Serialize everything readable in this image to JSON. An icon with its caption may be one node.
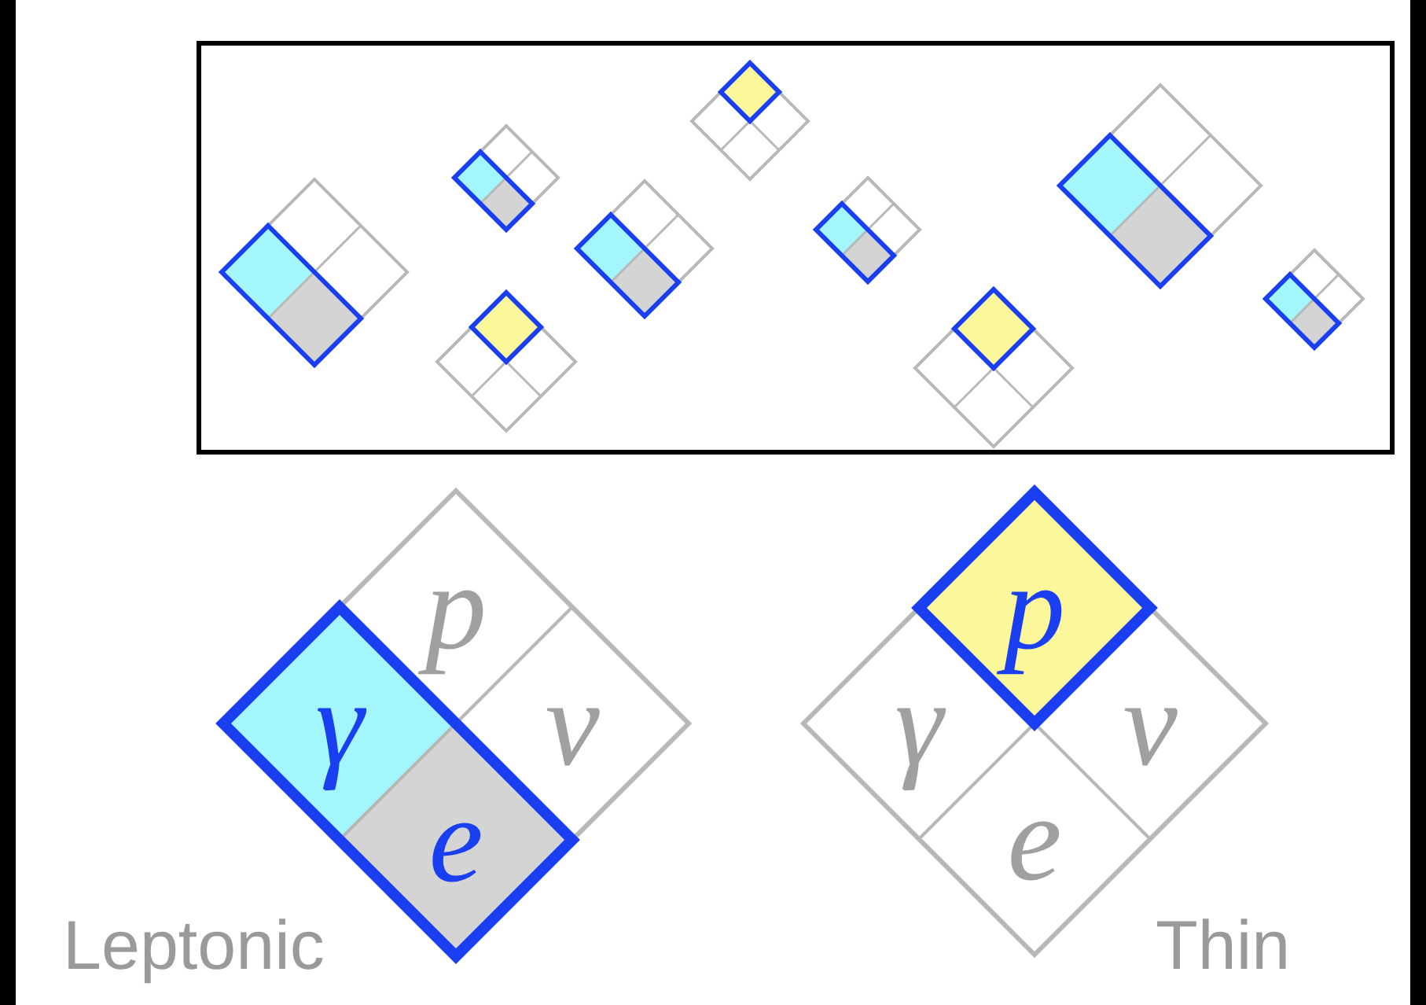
{
  "diagram": {
    "nodes": [
      {
        "text": [],
        "shape": "box"
      },
      {
        "text": [],
        "shape": "diamond",
        "in": 0
      },
      {
        "text": [],
        "shape": "diamond",
        "in": 0
      },
      {
        "text": [],
        "shape": "diamond",
        "in": 0
      },
      {
        "text": [],
        "shape": "diamond",
        "in": 0
      },
      {
        "text": [],
        "shape": "diamond",
        "in": 0
      },
      {
        "text": [],
        "shape": "diamond",
        "in": 0
      },
      {
        "text": [],
        "shape": "diamond",
        "in": 0
      },
      {
        "text": [],
        "shape": "diamond",
        "in": 0
      },
      {
        "text": [],
        "shape": "diamond",
        "in": 0
      },
      {
        "text": [],
        "shape": "diamond",
        "beside": [
          "Leptonic"
        ]
      },
      {
        "text": [
          "p"
        ],
        "in": 10
      },
      {
        "text": [
          "γ"
        ],
        "in": 10
      },
      {
        "text": [
          "ν"
        ],
        "in": 10
      },
      {
        "text": [
          "e"
        ],
        "in": 10
      },
      {
        "text": [],
        "shape": "diamond",
        "beside": [
          "Thin"
        ]
      },
      {
        "text": [
          "p"
        ],
        "in": 15
      },
      {
        "text": [
          "γ"
        ],
        "in": 15
      },
      {
        "text": [
          "ν"
        ],
        "in": 15
      },
      {
        "text": [
          "e"
        ],
        "in": 15
      }
    ]
  }
}
